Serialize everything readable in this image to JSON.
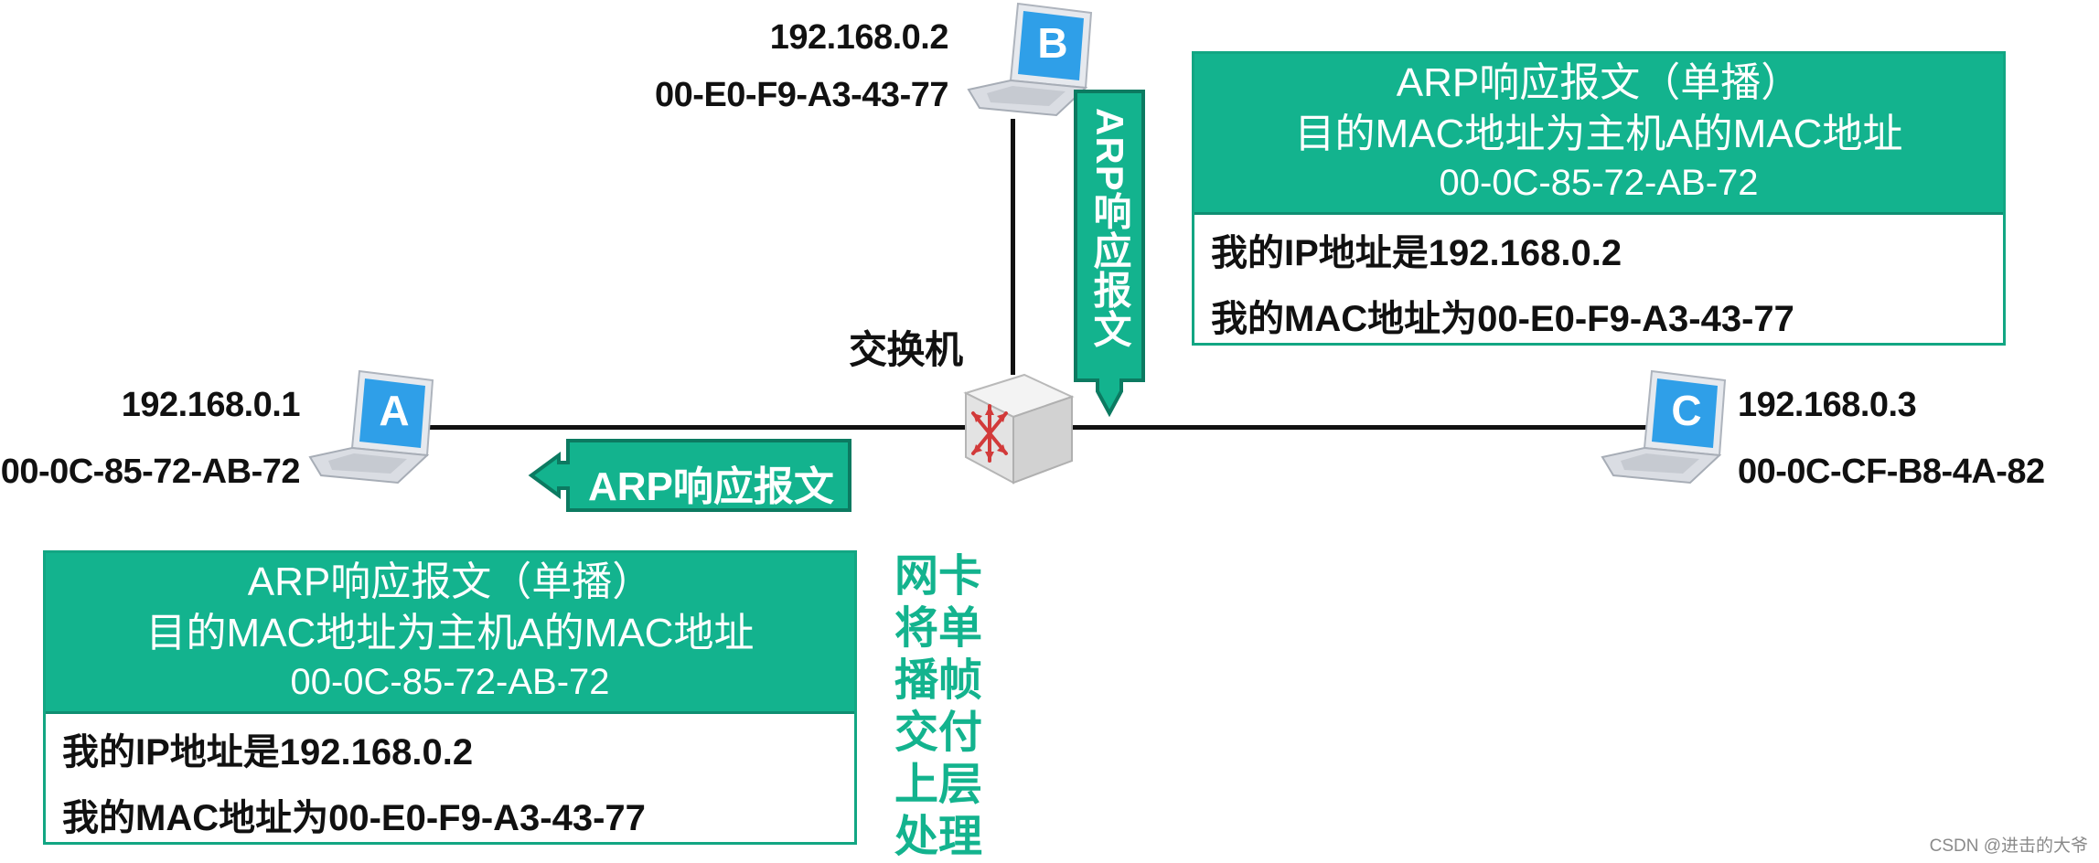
{
  "switch_label": "交换机",
  "hosts": {
    "a": {
      "letter": "A",
      "ip": "192.168.0.1",
      "mac": "00-0C-85-72-AB-72"
    },
    "b": {
      "letter": "B",
      "ip": "192.168.0.2",
      "mac": "00-E0-F9-A3-43-77"
    },
    "c": {
      "letter": "C",
      "ip": "192.168.0.3",
      "mac": "00-0C-CF-B8-4A-82"
    }
  },
  "arrows": {
    "down_label": "ARP响应报文",
    "left_label": "ARP响应报文"
  },
  "frame_top": {
    "line1": "ARP响应报文（单播）",
    "line2": "目的MAC地址为主机A的MAC地址",
    "line3": "00-0C-85-72-AB-72",
    "body1": "我的IP地址是192.168.0.2",
    "body2": "我的MAC地址为00-E0-F9-A3-43-77"
  },
  "frame_bottom": {
    "line1": "ARP响应报文（单播）",
    "line2": "目的MAC地址为主机A的MAC地址",
    "line3": "00-0C-85-72-AB-72",
    "body1": "我的IP地址是192.168.0.2",
    "body2": "我的MAC地址为00-E0-F9-A3-43-77"
  },
  "side_note": [
    "网卡",
    "将单",
    "播帧",
    "交付",
    "上层",
    "处理"
  ],
  "watermark": "CSDN @进击的大爷",
  "colors": {
    "accent": "#13b38e",
    "accent_dark": "#0f8e72",
    "line": "#111111"
  }
}
